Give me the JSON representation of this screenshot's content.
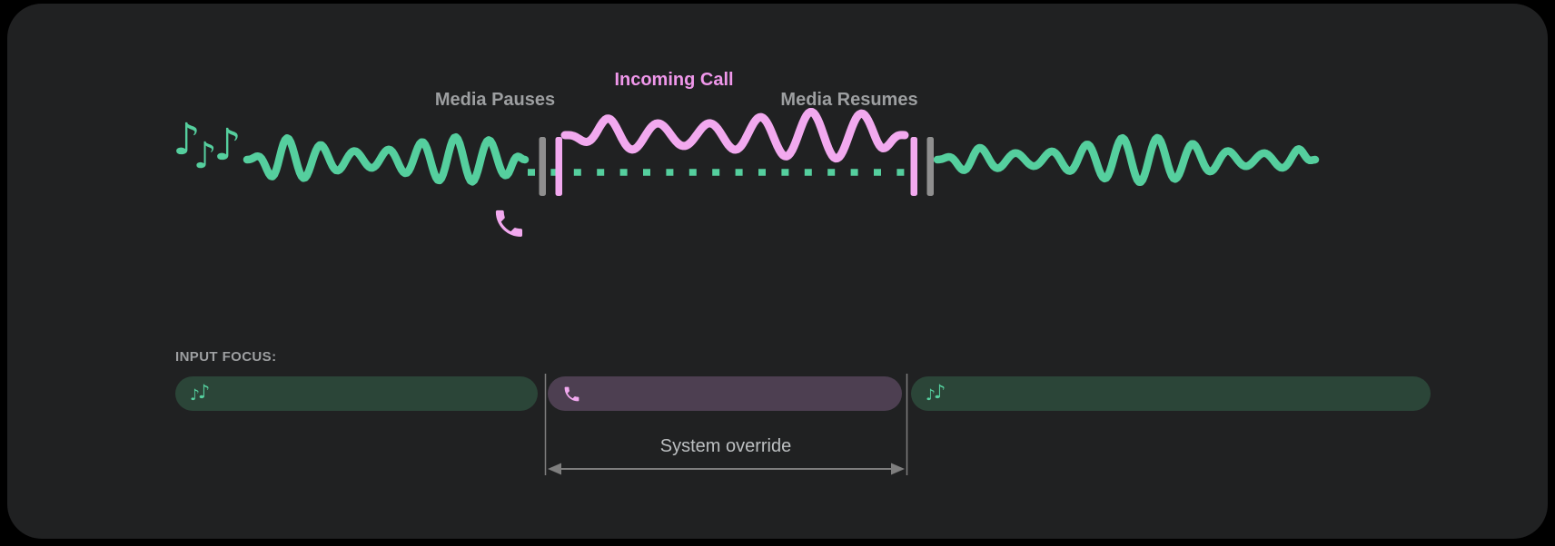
{
  "diagram": {
    "title_labels": {
      "media_pauses": "Media Pauses",
      "incoming_call": "Incoming Call",
      "media_resumes": "Media Resumes"
    },
    "icons": {
      "music_notes": "music-notes-icon",
      "phone": "phone-icon",
      "note_glyph": "♪"
    }
  },
  "input_focus": {
    "heading": "INPUT FOCUS:",
    "annotation": "System override",
    "segments": [
      {
        "icon": "music-notes-icon",
        "state": "media"
      },
      {
        "icon": "phone-icon",
        "state": "call"
      },
      {
        "icon": "music-notes-icon",
        "state": "media"
      }
    ]
  },
  "colors": {
    "background": "#000000",
    "card": "#202122",
    "media_green": "#55cf9e",
    "media_green_dim": "#2b4538",
    "call_pink": "#f2a9ef",
    "call_pink_text": "#ef97ea",
    "call_purple_dim": "#4d3f51",
    "marker_gray": "#8f8f8f",
    "label_gray": "#9d9fa1",
    "annotation_gray": "#bcbfc1",
    "guide_gray": "#7e7e7e"
  }
}
